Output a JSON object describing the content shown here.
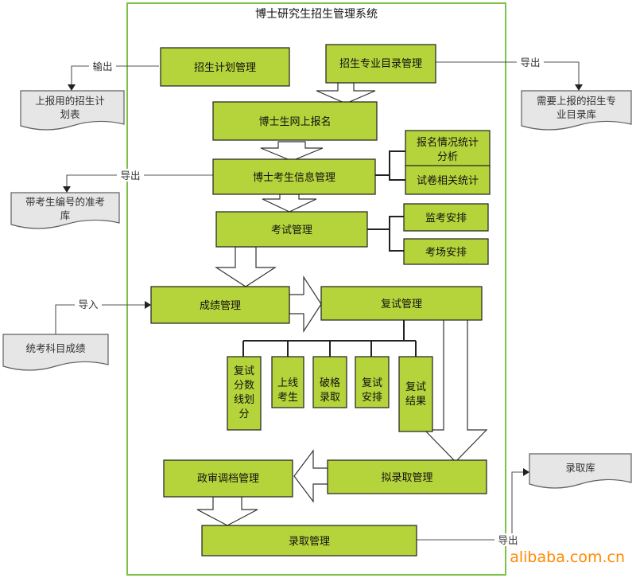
{
  "title": "博士研究生招生管理系统",
  "nodes": {
    "plan": "招生计划管理",
    "catalog": "招生专业目录管理",
    "online": "博士生网上报名",
    "info": "博士考生信息管理",
    "stats1": [
      "报名情况统计",
      "分析"
    ],
    "stats2": "试卷相关统计",
    "exam": "考试管理",
    "invig": "监考安排",
    "room": "考场安排",
    "score": "成绩管理",
    "retest": "复试管理",
    "sub1": [
      "复试",
      "分数",
      "线划",
      "分"
    ],
    "sub2": [
      "上线",
      "考生"
    ],
    "sub3": [
      "破格",
      "录取"
    ],
    "sub4": [
      "复试",
      "安排"
    ],
    "sub5": [
      "复试",
      "结果"
    ],
    "political": "政审调档管理",
    "plan_admit": "拟录取管理",
    "admit": "录取管理"
  },
  "docs": {
    "plan_report": [
      "上报用的招生计",
      "划表"
    ],
    "catalog_report": [
      "需要上报的招生专",
      "业目录库"
    ],
    "ticket": [
      "带考生编号的准考",
      "库"
    ],
    "scores": "统考科目成绩",
    "admit_db": "录取库"
  },
  "labels": {
    "output": "输出",
    "export1": "导出",
    "export2": "导出",
    "import": "导入",
    "export3": "导出"
  },
  "watermark": "alibaba.com.cn",
  "colors": {
    "box": "#b5d33b",
    "frame": "#7cc24a",
    "doc": "#e6e6e6"
  }
}
